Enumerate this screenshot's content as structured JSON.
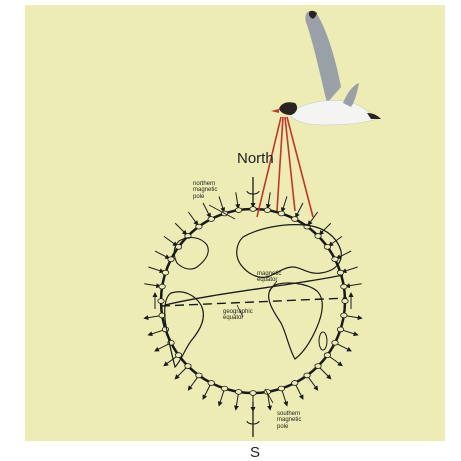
{
  "colors": {
    "background": "#ececb4",
    "field_line": "#1a1a1a",
    "gull_beam": "#c8322a",
    "gull_body": "#f4f4f2",
    "gull_wing": "#9aa0a8",
    "gull_head": "#2a2420"
  },
  "labels": {
    "north": "North",
    "south": "S",
    "northern_pole": "northern\nmagnetic\npole",
    "magnetic_equator": "magnetic\nequator",
    "geographic_equator": "geographic\nequator",
    "southern_pole": "southern\nmagnetic\npole"
  },
  "icons": [
    "seagull-icon",
    "rotation-arrow-icon"
  ]
}
